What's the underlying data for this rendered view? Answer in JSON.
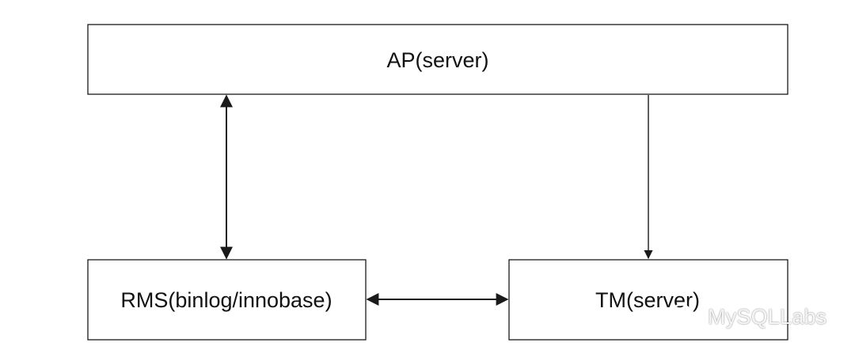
{
  "diagram": {
    "boxes": {
      "ap": {
        "label": "AP(server)"
      },
      "rms": {
        "label": "RMS(binlog/innobase)"
      },
      "tm": {
        "label": "TM(server)"
      }
    },
    "connectors": [
      {
        "from": "ap",
        "to": "rms",
        "direction": "bidirectional"
      },
      {
        "from": "ap",
        "to": "tm",
        "direction": "one-way"
      },
      {
        "from": "rms",
        "to": "tm",
        "direction": "bidirectional"
      }
    ],
    "colors": {
      "stroke": "#1a1a1a",
      "fill": "#ffffff",
      "text": "#111111"
    }
  },
  "watermark": {
    "text": "MySQLLabs",
    "icon": "wechat-icon"
  }
}
